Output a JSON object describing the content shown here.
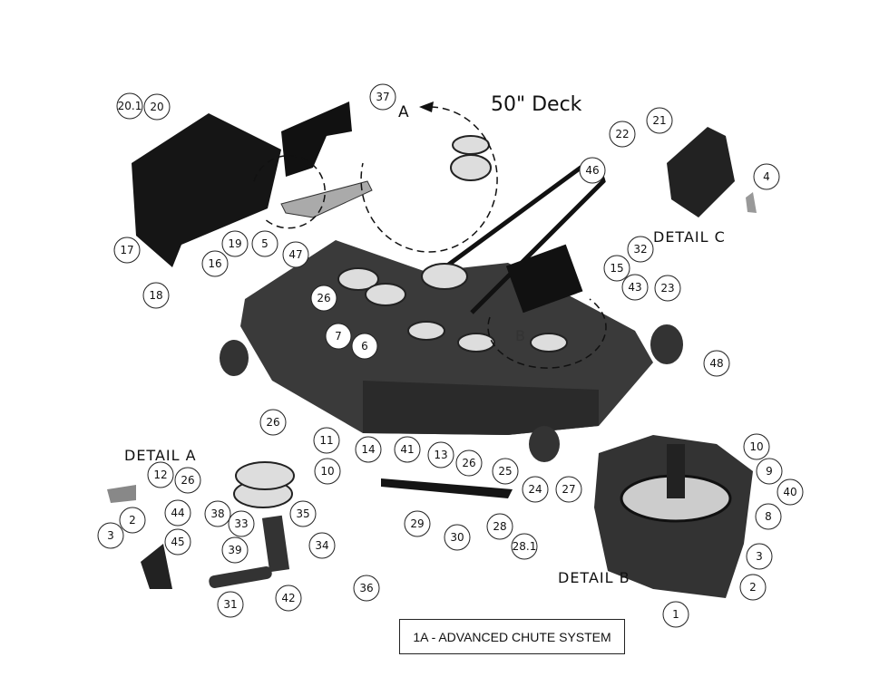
{
  "diagram": {
    "title": "50\" Deck",
    "detail_a": "DETAIL  A",
    "detail_b": "DETAIL  B",
    "detail_c": "DETAIL  C",
    "view_marker_a": "A",
    "view_marker_b": "B",
    "caption": "1A - ADVANCED CHUTE SYSTEM",
    "callouts": [
      "20.1",
      "20",
      "37",
      "21",
      "22",
      "4",
      "46",
      "32",
      "15",
      "43",
      "23",
      "17",
      "19",
      "5",
      "16",
      "47",
      "18",
      "26",
      "7",
      "6",
      "48",
      "14",
      "41",
      "13",
      "26",
      "25",
      "24",
      "27",
      "10",
      "9",
      "40",
      "8",
      "3",
      "2",
      "1",
      "26",
      "11",
      "10",
      "12",
      "26",
      "35",
      "33",
      "44",
      "2",
      "3",
      "45",
      "38",
      "39",
      "34",
      "36",
      "42",
      "31",
      "29",
      "30",
      "28",
      "28.1"
    ],
    "colors": {
      "part": "#1a1a1a",
      "deck": "#3a3a3a",
      "callout_stroke": "#222222"
    }
  }
}
